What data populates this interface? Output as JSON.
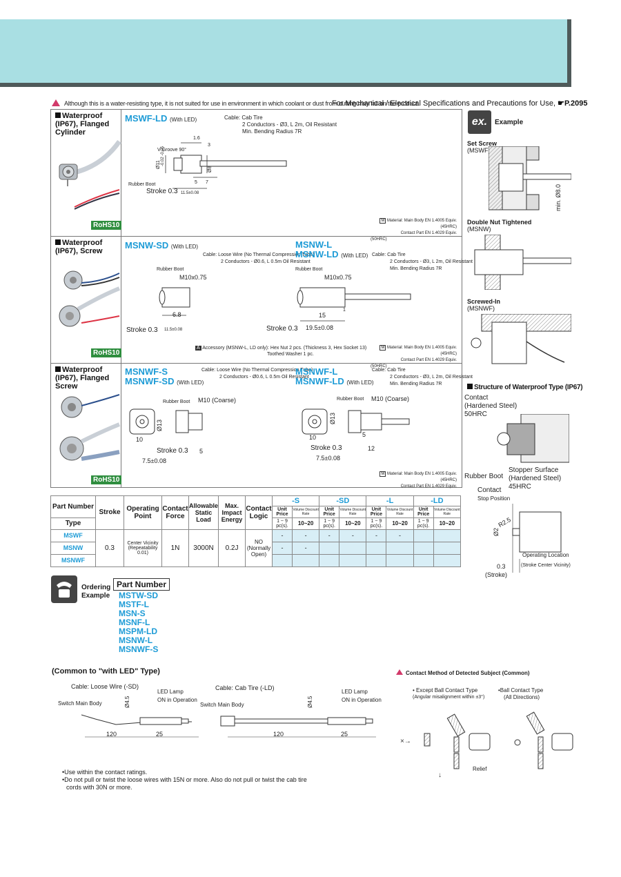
{
  "top_note": "Although this is a water-resisting type, it is not suited for use in environment in which coolant or dust from cutting may fall on the product.",
  "spec_ref": {
    "text": "For Mechanical / Electrical Specifications and Precautions for Use,",
    "page": "P.2095"
  },
  "sections": [
    {
      "title": "Waterproof (IP67), Flanged Cylinder",
      "rohs": "RoHS10",
      "models": [
        {
          "code": "MSWF-LD",
          "suffix": "(With LED)"
        }
      ],
      "cable": [
        "Cable: Cab Tire",
        "2 Conductors - Ø3, L 2m, Oil Resistant",
        "Min. Bending Radius 7R"
      ],
      "dims": {
        "d1": "1.6",
        "d2": "3",
        "vgroove": "V Groove 90°",
        "dia1": "Ø11",
        "tol": "-0.02 -0.05",
        "dia2": "Ø8",
        "d3": "5",
        "d4": "7",
        "d5": "11.5±0.08",
        "boot": "Rubber Boot",
        "stroke": "Stroke 0.3"
      },
      "material": [
        "Material: Main Body  EN 1.4005 Equiv. (45HRC)",
        "Contact Part  EN 1.4029 Equiv.",
        "(50HRC)"
      ]
    },
    {
      "title": "Waterproof (IP67), Screw",
      "rohs": "RoHS10",
      "models": [
        {
          "code": "MSNW-SD",
          "suffix": "(With LED)"
        },
        {
          "code": "MSNW-L",
          "suffix": ""
        },
        {
          "code": "MSNW-LD",
          "suffix": "(With LED)"
        }
      ],
      "cable_sd": [
        "Cable: Loose Wire (No Thermal Compression Tube)",
        "2 Conductors - Ø0.6, L 0.5m Oil Resistant"
      ],
      "cable_l": [
        "Cable: Cab Tire",
        "2 Conductors - Ø3, L 2m, Oil Resistant",
        "Min. Bending Radius 7R"
      ],
      "dims": {
        "boot": "Rubber Boot",
        "thread": "M10x0.75",
        "d1": "6.8",
        "d2": "11.5±0.08",
        "d3": "1",
        "d4": "15",
        "d5": "19.5±0.08",
        "stroke": "Stroke 0.3"
      },
      "accessory": [
        "Accessory (MSNW-L, LD only): Hex Nut 2 pcs. (Thickness 3, Hex Socket 13)",
        "Toothed Washer 1 pc."
      ],
      "accessory_badge": "A",
      "material": [
        "Material: Main Body  EN 1.4005 Equiv. (45HRC)",
        "Contact Part  EN 1.4029 Equiv.",
        "(50HRC)"
      ]
    },
    {
      "title": "Waterproof (IP67), Flanged Screw",
      "rohs": "RoHS10",
      "models": [
        {
          "code": "MSNWF-S",
          "suffix": ""
        },
        {
          "code": "MSNWF-SD",
          "suffix": "(With LED)"
        },
        {
          "code": "MSNWF-L",
          "suffix": ""
        },
        {
          "code": "MSNWF-LD",
          "suffix": "(With LED)"
        }
      ],
      "cable_sd": [
        "Cable: Loose Wire (No Thermal Compression Tube)",
        "2 Conductors - Ø0.6, L 0.5m Oil Resistant"
      ],
      "cable_l": [
        "Cable: Cab Tire",
        "2 Conductors - Ø3, L 2m, Oil Resistant",
        "Min. Bending Radius 7R"
      ],
      "dims": {
        "boot": "Rubber Boot",
        "thread": "M10 (Coarse)",
        "dia": "Ø13",
        "d1": "10",
        "d2": "5",
        "d3": "7.5±0.08",
        "d4": "12",
        "stroke": "Stroke 0.3"
      },
      "material": [
        "Material: Main Body  EN 1.4005 Equiv. (45HRC)",
        "Contact Part  EN 1.4029 Equiv.",
        "(50HRC)"
      ]
    }
  ],
  "example": {
    "badge": "ex.",
    "label": "Example",
    "items": [
      {
        "title": "Set Screw",
        "sub": "(MSWF)"
      },
      {
        "title": "Double Nut Tightened",
        "sub": "(MSNW)"
      },
      {
        "title": "Screwed-In",
        "sub": "(MSNWF)"
      }
    ],
    "min": "min. Ø8.0",
    "structure_title": "Structure of Waterproof Type (IP67)",
    "contact": [
      "Contact",
      "(Hardened Steel)",
      "50HRC"
    ],
    "stopper": [
      "Stopper Surface",
      "(Hardened Steel)",
      "45HRC"
    ],
    "boot": "Rubber Boot"
  },
  "contact_diagram": {
    "contact": "Contact",
    "stop": "Stop Position",
    "r": "R2.5",
    "d": "Ø2",
    "op": "Operating Location",
    "opsub": "(Stroke Center Vicinity)",
    "stroke_val": "0.3",
    "stroke": "(Stroke)"
  },
  "table": {
    "headers": {
      "part": "Part Number",
      "type": "Type",
      "stroke": "Stroke",
      "point": "Operating Point",
      "force": "Contact Force",
      "load": "Allowable Static Load",
      "energy": "Max. Impact Energy",
      "logic": "Contact Logic"
    },
    "groups": [
      "-S",
      "-SD",
      "-L",
      "-LD"
    ],
    "sub": {
      "unit": "Unit Price",
      "vol": "Volume Discount Rate",
      "qty": "1 ~ 9 pc(s).",
      "range": "10~20"
    },
    "rows": [
      "MSWF",
      "MSNW",
      "MSNWF"
    ],
    "shared": {
      "stroke": "0.3",
      "point": "Center Vicinity (Repeatability 0.01)",
      "force": "1N",
      "load": "3000N",
      "energy": "0.2J",
      "logic": "NO (Normally Open)"
    },
    "dash": "-"
  },
  "ordering": {
    "label": "Ordering Example",
    "header": "Part Number",
    "items": [
      "MSTW-SD",
      "MSTF-L",
      "MSN-S",
      "MSNF-L",
      "MSPM-LD",
      "MSNW-L",
      "MSNWF-S"
    ]
  },
  "led": {
    "title": "(Common to \"with LED\" Type)",
    "sd": {
      "cable": "Cable: Loose Wire (-SD)",
      "lamp": "LED Lamp",
      "on": "ON in Operation",
      "main": "Switch Main Body",
      "dia": "Ø4.5",
      "a": "120",
      "b": "25"
    },
    "ld": {
      "cable": "Cable: Cab Tire (-LD)",
      "lamp": "LED Lamp",
      "on": "ON in Operation",
      "main": "Switch Main Body",
      "dia": "Ø4.5",
      "a": "120",
      "b": "25"
    }
  },
  "contact_method": {
    "title": "Contact Method of Detected Subject (Common)",
    "except": "• Except Ball Contact Type",
    "except_sub": "(Angular misalignment within ±3°)",
    "ball": "•Ball Contact Type",
    "ball_sub": "(All Directions)",
    "relief": "Relief"
  },
  "notes": [
    "•Use within the contact ratings.",
    "•Do not pull or twist the loose wires with 15N or more. Also do not pull or twist the cab tire",
    "cords with 30N or more."
  ]
}
